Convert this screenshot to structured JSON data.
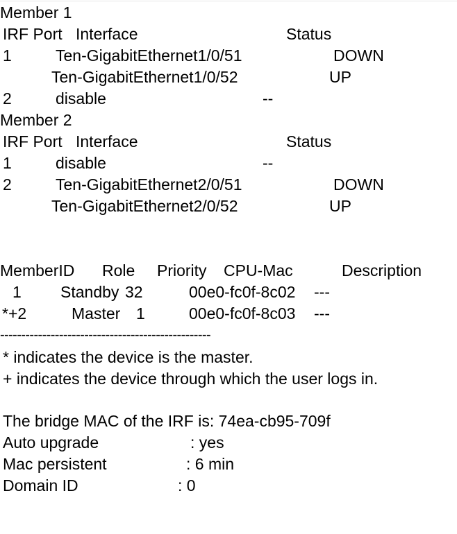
{
  "irf_ports": {
    "member1": {
      "title": "Member 1",
      "col_irf_port": "IRF Port",
      "col_interface": "Interface",
      "col_status": "Status",
      "rows": [
        {
          "port": "1",
          "interface": "Ten-GigabitEthernet1/0/51",
          "status": "DOWN"
        },
        {
          "port": "",
          "interface": "Ten-GigabitEthernet1/0/52",
          "status": "UP"
        },
        {
          "port": "2",
          "interface": "disable",
          "status": "--"
        }
      ]
    },
    "member2": {
      "title": "Member 2",
      "col_irf_port": "IRF Port",
      "col_interface": "Interface",
      "col_status": "Status",
      "rows": [
        {
          "port": "1",
          "interface": "disable",
          "status": "--"
        },
        {
          "port": "2",
          "interface": "Ten-GigabitEthernet2/0/51",
          "status": "DOWN"
        },
        {
          "port": "",
          "interface": "Ten-GigabitEthernet2/0/52",
          "status": "UP"
        }
      ]
    }
  },
  "members": {
    "headers": {
      "member_id": "MemberID",
      "role": "Role",
      "priority": "Priority",
      "cpu_mac": "CPU-Mac",
      "description": "Description"
    },
    "rows": [
      {
        "id": "1",
        "role": "Standby",
        "priority": "32",
        "mac": "00e0-fc0f-8c02",
        "desc": "---"
      },
      {
        "id": "*+2",
        "role": "Master",
        "priority": "1",
        "mac": "00e0-fc0f-8c03",
        "desc": "---"
      }
    ],
    "separator": "--------------------------------------------------",
    "note_master": "* indicates the device is the master.",
    "note_login": "+ indicates the device through which the user logs in."
  },
  "summary": {
    "bridge_mac": "The bridge MAC of the IRF is: 74ea-cb95-709f",
    "auto_upgrade_label": "Auto upgrade",
    "auto_upgrade_value": ": yes",
    "mac_persistent_label": "Mac persistent",
    "mac_persistent_value": ": 6 min",
    "domain_id_label": "Domain ID",
    "domain_id_value": ": 0"
  }
}
